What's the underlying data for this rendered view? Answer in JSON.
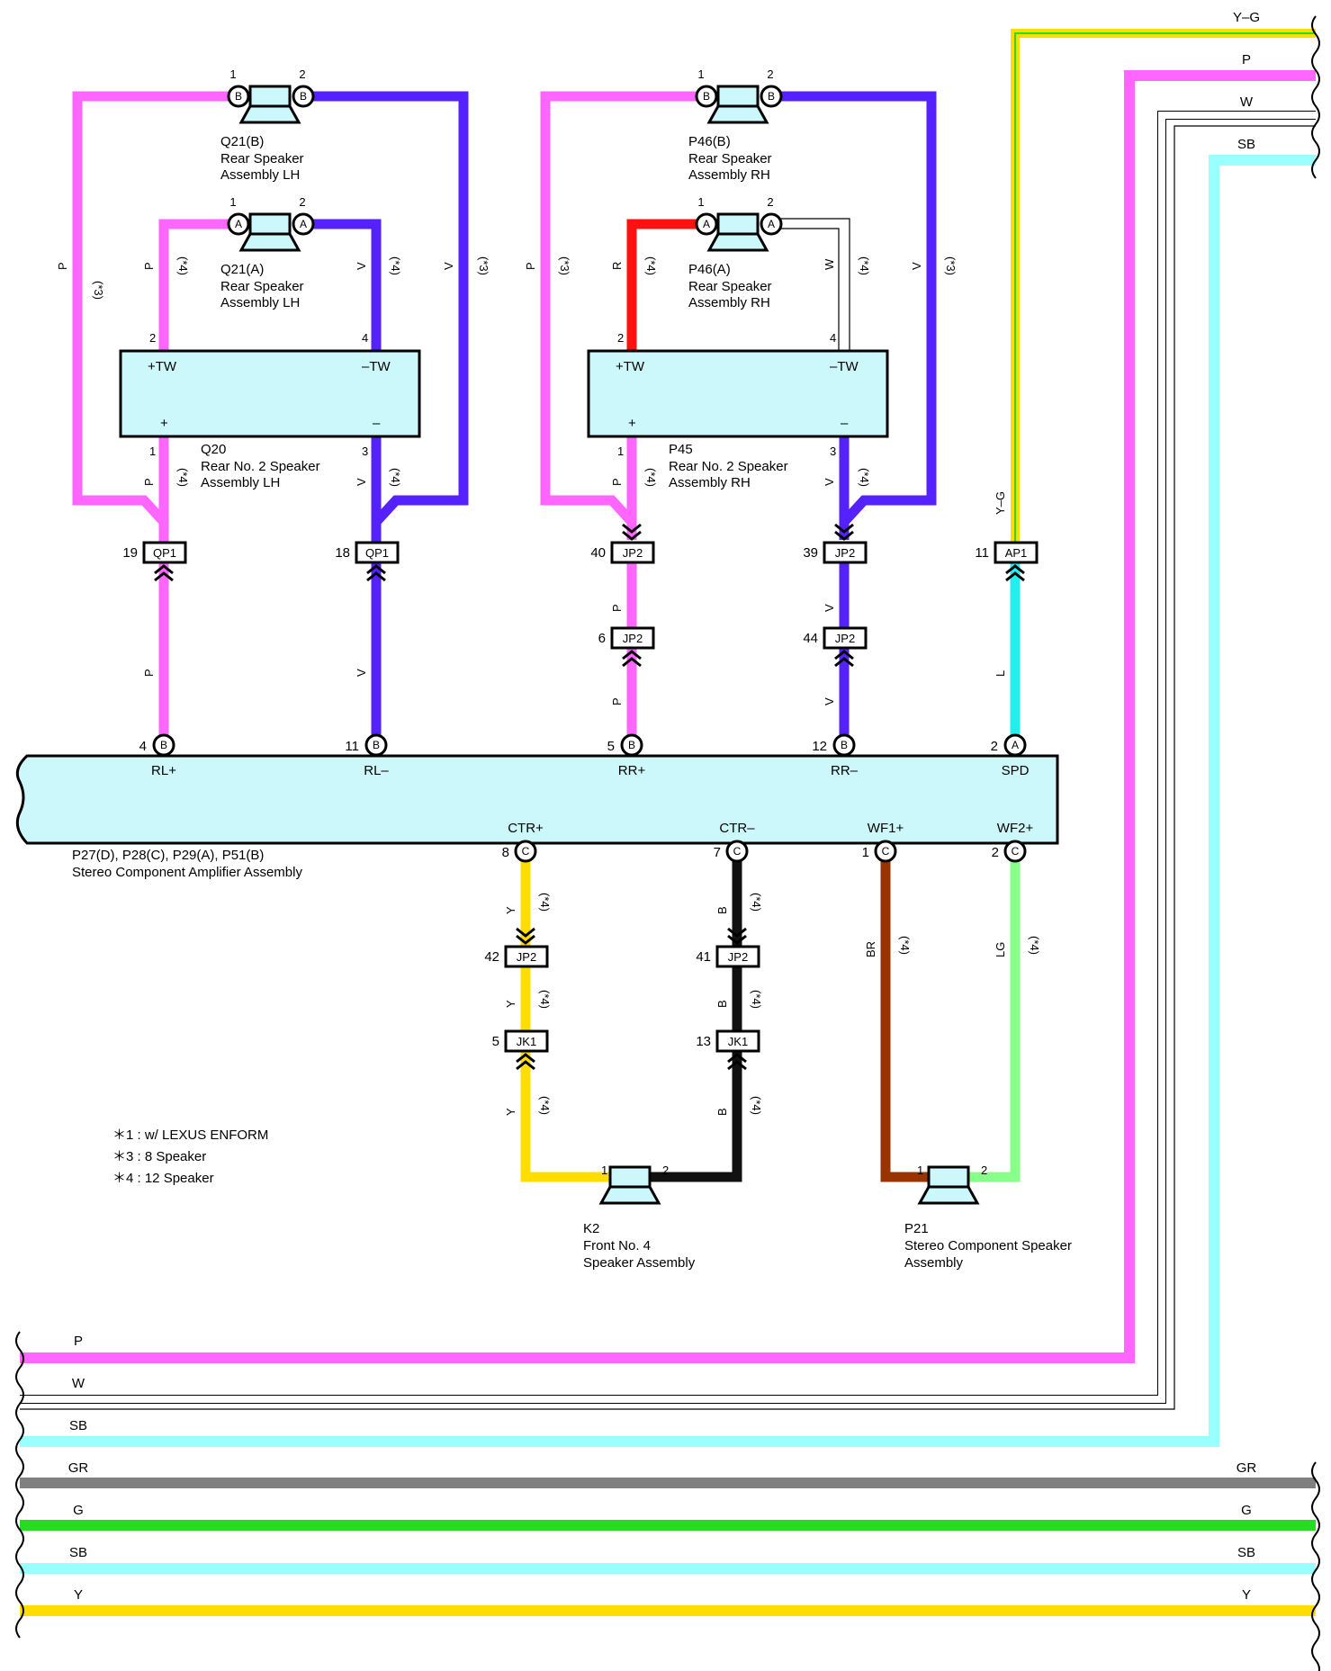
{
  "wire_colors": {
    "P": "#ff66ff",
    "V": "#5522ff",
    "R": "#ff1111",
    "W": "#ffffff",
    "L": "#22eeee",
    "Y": "#ffdd00",
    "B": "#111111",
    "BR": "#993300",
    "LG": "#88ff88",
    "SB": "#99ffff",
    "GR": "#808080",
    "G": "#22dd22",
    "Y-G": "#ffdd00",
    "component_fill": "#cdf8fb"
  },
  "components": {
    "q21b": {
      "code": "Q21(B)",
      "line1": "Rear Speaker",
      "line2": "Assembly LH",
      "pin1": "1",
      "pin2": "2",
      "conn": "B"
    },
    "q21a": {
      "code": "Q21(A)",
      "line1": "Rear Speaker",
      "line2": "Assembly LH",
      "pin1": "1",
      "pin2": "2",
      "conn": "A"
    },
    "p46b": {
      "code": "P46(B)",
      "line1": "Rear Speaker",
      "line2": "Assembly RH",
      "pin1": "1",
      "pin2": "2",
      "conn": "B"
    },
    "p46a": {
      "code": "P46(A)",
      "line1": "Rear Speaker",
      "line2": "Assembly RH",
      "pin1": "1",
      "pin2": "2",
      "conn": "A"
    },
    "q20": {
      "code": "Q20",
      "line1": "Rear No.  2 Speaker",
      "line2": "Assembly LH",
      "tw_plus": "+TW",
      "tw_minus": "–TW",
      "plus": "+",
      "minus": "–",
      "pin_twp": "2",
      "pin_twm": "4",
      "pin_p": "1",
      "pin_m": "3"
    },
    "p45": {
      "code": "P45",
      "line1": "Rear No.  2 Speaker",
      "line2": "Assembly RH",
      "tw_plus": "+TW",
      "tw_minus": "–TW",
      "plus": "+",
      "minus": "–",
      "pin_twp": "2",
      "pin_twm": "4",
      "pin_p": "1",
      "pin_m": "3"
    },
    "amp": {
      "code": "P27(D), P28(C), P29(A), P51(B)",
      "name": "Stereo Component Amplifier Assembly",
      "terms_top": [
        {
          "label": "RL+",
          "pin": "4",
          "conn": "B"
        },
        {
          "label": "RL–",
          "pin": "11",
          "conn": "B"
        },
        {
          "label": "RR+",
          "pin": "5",
          "conn": "B"
        },
        {
          "label": "RR–",
          "pin": "12",
          "conn": "B"
        },
        {
          "label": "SPD",
          "pin": "2",
          "conn": "A"
        }
      ],
      "terms_bottom": [
        {
          "label": "CTR+",
          "pin": "8",
          "conn": "C"
        },
        {
          "label": "CTR–",
          "pin": "7",
          "conn": "C"
        },
        {
          "label": "WF1+",
          "pin": "1",
          "conn": "C"
        },
        {
          "label": "WF2+",
          "pin": "2",
          "conn": "C"
        }
      ]
    },
    "k2": {
      "code": "K2",
      "line1": "Front No.  4",
      "line2": "Speaker Assembly",
      "pin1": "1",
      "pin2": "2"
    },
    "p21": {
      "code": "P21",
      "line1": "Stereo Component Speaker",
      "line2": "Assembly",
      "pin1": "1",
      "pin2": "2"
    }
  },
  "junctions": [
    {
      "pin": "19",
      "name": "QP1"
    },
    {
      "pin": "18",
      "name": "QP1"
    },
    {
      "pin": "40",
      "name": "JP2"
    },
    {
      "pin": "39",
      "name": "JP2"
    },
    {
      "pin": "11",
      "name": "AP1"
    },
    {
      "pin": "6",
      "name": "JP2"
    },
    {
      "pin": "44",
      "name": "JP2"
    },
    {
      "pin": "42",
      "name": "JP2"
    },
    {
      "pin": "41",
      "name": "JP2"
    },
    {
      "pin": "5",
      "name": "JK1"
    },
    {
      "pin": "13",
      "name": "JK1"
    }
  ],
  "wire_labels": {
    "p": "P",
    "v": "V",
    "r": "R",
    "w": "W",
    "l": "L",
    "y": "Y",
    "b": "B",
    "br": "BR",
    "lg": "LG",
    "yg": "Y–G",
    "n3": "(*3)",
    "n4": "(*4)"
  },
  "right_buses": [
    "Y–G",
    "P",
    "W",
    "SB"
  ],
  "bottom_buses": [
    "P",
    "W",
    "SB",
    "GR",
    "G",
    "SB",
    "Y"
  ],
  "bottom_buses_right": [
    "GR",
    "G",
    "SB",
    "Y"
  ],
  "notes": [
    "＊1 : w/ LEXUS ENFORM",
    "＊3 : 8 Speaker",
    "＊4 : 12 Speaker"
  ]
}
